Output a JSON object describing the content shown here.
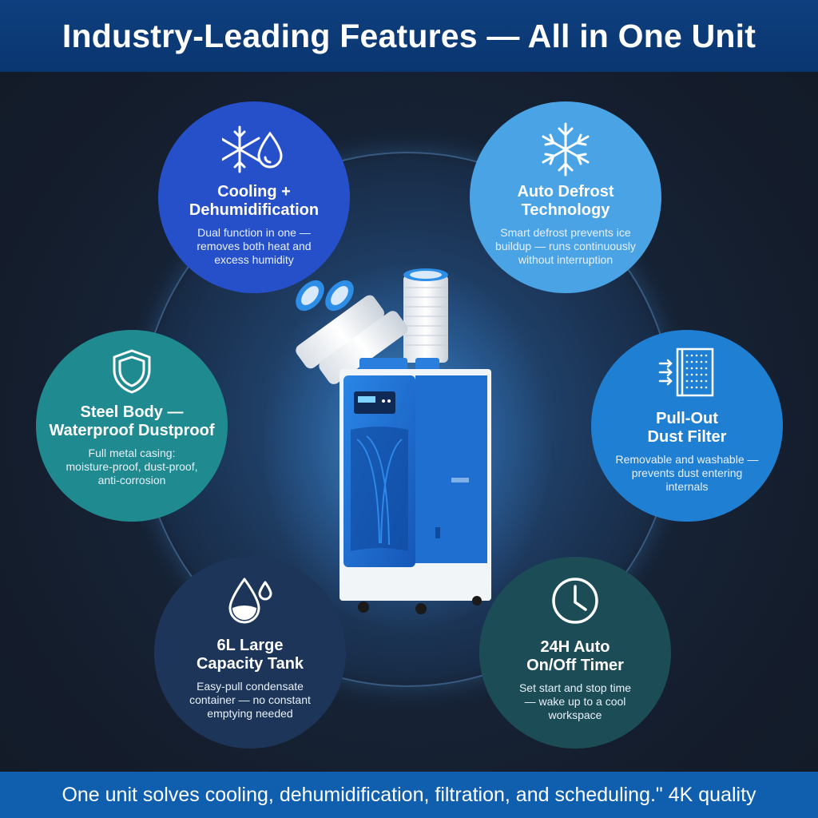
{
  "header": {
    "title": "Industry-Leading Features — All in One Unit"
  },
  "features": [
    {
      "icon": "snowflake-droplet-icon",
      "title_line1": "Cooling +",
      "title_line2": "Dehumidification",
      "desc_line1": "Dual function in one —",
      "desc_line2": "removes both heat and",
      "desc_line3": "excess humidity"
    },
    {
      "icon": "snowflake-icon",
      "title_line1": "Auto Defrost",
      "title_line2": "Technology",
      "desc_line1": "Smart defrost prevents ice",
      "desc_line2": "buildup — runs continuously",
      "desc_line3": "without interruption"
    },
    {
      "icon": "shield-icon",
      "title_line1": "Steel Body —",
      "title_line2": "Waterproof Dustproof",
      "desc_line1": "Full metal casing:",
      "desc_line2": "moisture-proof, dust-proof,",
      "desc_line3": "anti-corrosion"
    },
    {
      "icon": "air-filter-icon",
      "title_line1": "Pull-Out",
      "title_line2": "Dust Filter",
      "desc_line1": "Removable and washable —",
      "desc_line2": "prevents dust entering",
      "desc_line3": "internals"
    },
    {
      "icon": "water-drops-icon",
      "title_line1": "6L Large",
      "title_line2": "Capacity Tank",
      "desc_line1": "Easy-pull condensate",
      "desc_line2": "container — no constant",
      "desc_line3": "emptying needed"
    },
    {
      "icon": "clock-icon",
      "title_line1": "24H Auto",
      "title_line2": "On/Off Timer",
      "desc_line1": "Set start and stop time",
      "desc_line2": "— wake up to a cool",
      "desc_line3": "workspace"
    }
  ],
  "footer": {
    "text": "One unit solves cooling, dehumidification, filtration, and scheduling.\" 4K quality"
  },
  "colors": {
    "header_bg": "#0e3f7e",
    "footer_bg": "#0f5fae",
    "cooling_circle": "#2550c9",
    "defrost_circle": "#4aa3e4",
    "steel_circle": "#1f8a8f",
    "filter_circle": "#1f7fd3",
    "tank_circle": "#1c3559",
    "timer_circle": "#1c4c56",
    "unit_blue": "#1f6fd1"
  }
}
